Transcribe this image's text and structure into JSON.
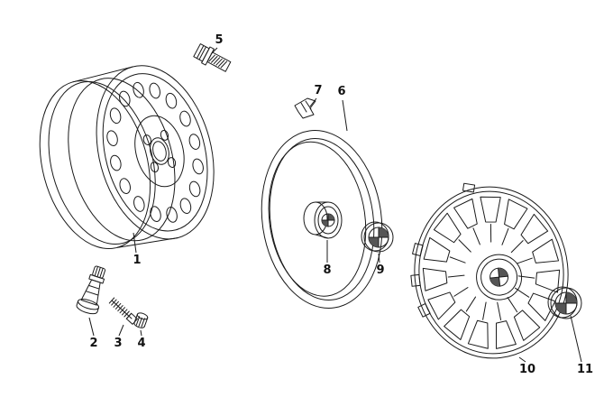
{
  "diagram": {
    "background_color": "#ffffff",
    "line_color": "#1a1a1a",
    "callouts": [
      {
        "label": "1",
        "part": "steel-wheel-rim"
      },
      {
        "label": "2",
        "part": "valve-stem"
      },
      {
        "label": "3",
        "part": "valve-core"
      },
      {
        "label": "4",
        "part": "valve-cap"
      },
      {
        "label": "5",
        "part": "wheel-bolt"
      },
      {
        "label": "6",
        "part": "trim-ring"
      },
      {
        "label": "7",
        "part": "retaining-clip"
      },
      {
        "label": "8",
        "part": "hub-cap"
      },
      {
        "label": "9",
        "part": "center-emblem"
      },
      {
        "label": "10",
        "part": "wheel-cover"
      },
      {
        "label": "11",
        "part": "cover-emblem"
      }
    ]
  }
}
